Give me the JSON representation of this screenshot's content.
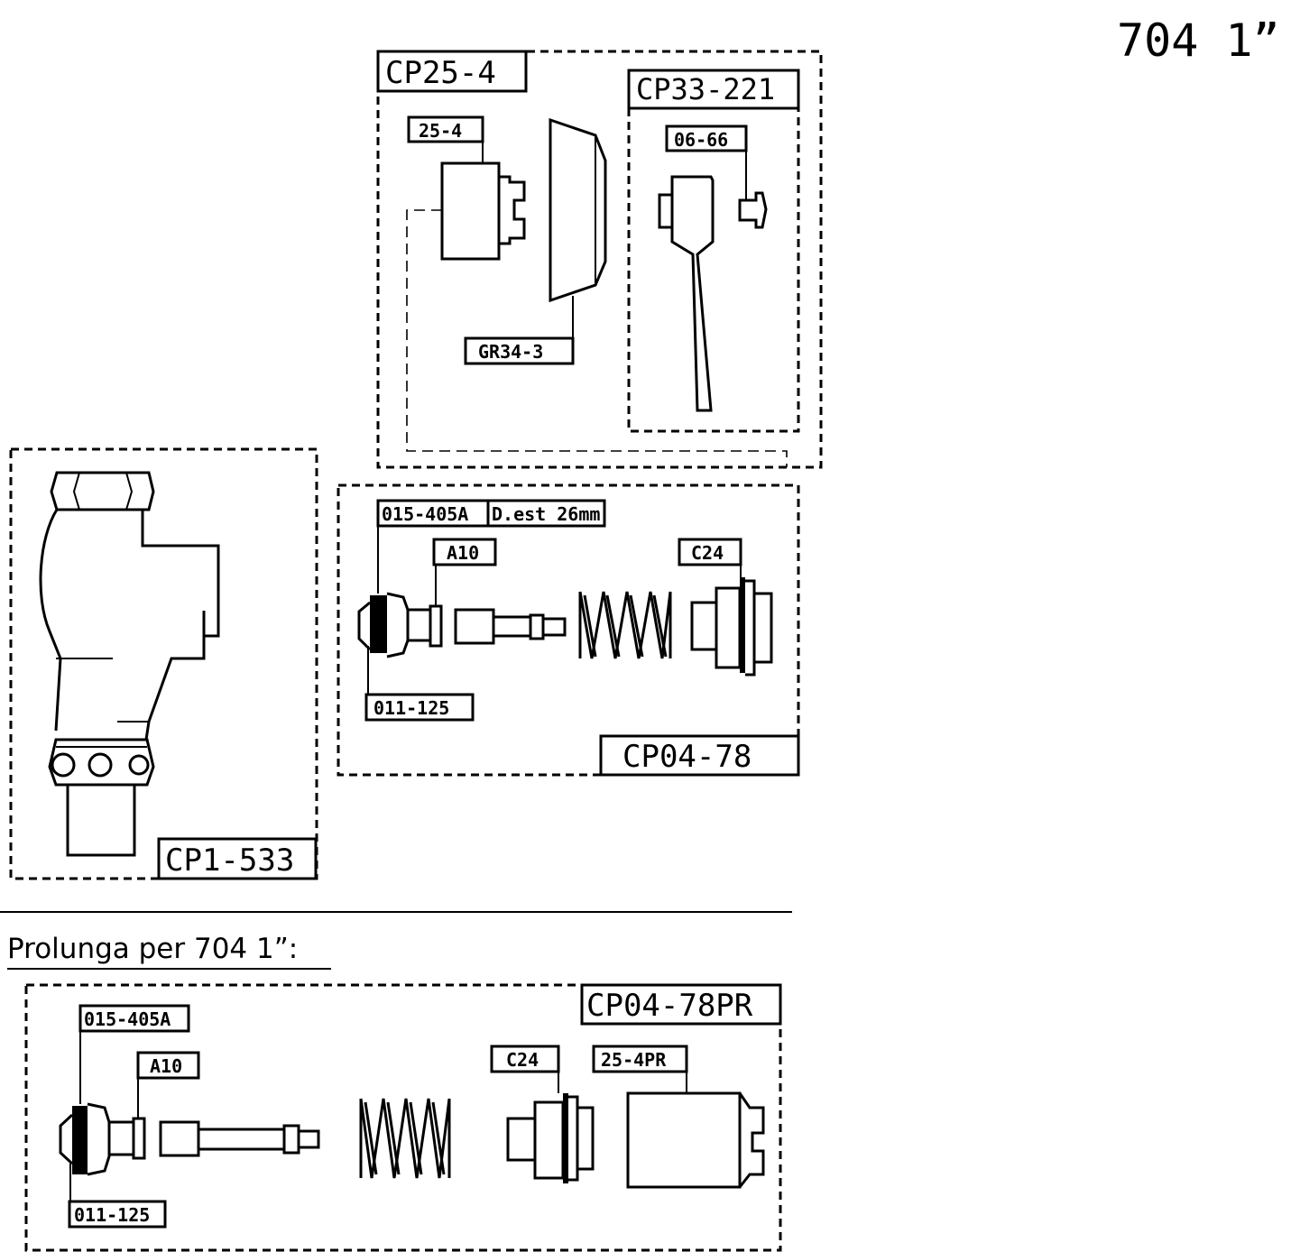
{
  "title": "704  1”",
  "groups": {
    "cp25_4": "CP25-4",
    "cp33_221": "CP33-221",
    "cp1_533": "CP1-533",
    "cp04_78": "CP04-78",
    "cp04_78pr": "CP04-78PR"
  },
  "parts": {
    "p25_4": "25-4",
    "gr34_3": "GR34-3",
    "p06_66": "06-66",
    "p015_405a": "015-405A",
    "dest": "D.est 26mm",
    "a10": "A10",
    "c24": "C24",
    "p011_125": "011-125",
    "p015_405a_pr": "015-405A",
    "a10_pr": "A10",
    "c24_pr": "C24",
    "p25_4pr": "25-4PR",
    "p011_125_pr": "011-125"
  },
  "section_title": "Prolunga per 704 1”:"
}
